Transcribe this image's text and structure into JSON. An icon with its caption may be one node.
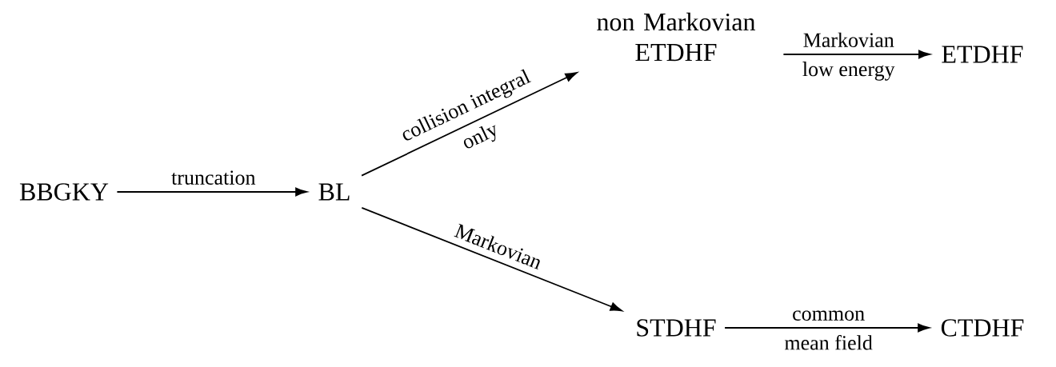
{
  "diagram": {
    "nodes": [
      {
        "text": [
          "BBGKY"
        ]
      },
      {
        "text": [
          "BL"
        ]
      },
      {
        "text": [
          "non Markovian ETDHF"
        ]
      },
      {
        "text": [
          "ETDHF"
        ]
      },
      {
        "text": [
          "STDHF"
        ]
      },
      {
        "text": [
          "CTDHF"
        ]
      }
    ],
    "edges": [
      {
        "from": 0,
        "to": 1,
        "arrow": "to",
        "label": "truncation"
      },
      {
        "from": 1,
        "to": 2,
        "arrow": "to",
        "label": "collision integral"
      },
      {
        "from": 1,
        "to": 4,
        "arrow": "to",
        "label": "Markovian"
      },
      {
        "from": 2,
        "to": 3,
        "arrow": "to",
        "label": "Markovian"
      },
      {
        "from": 4,
        "to": 5,
        "arrow": "to",
        "label": "common"
      }
    ],
    "labels": [
      "only",
      "low energy",
      "mean field"
    ]
  }
}
